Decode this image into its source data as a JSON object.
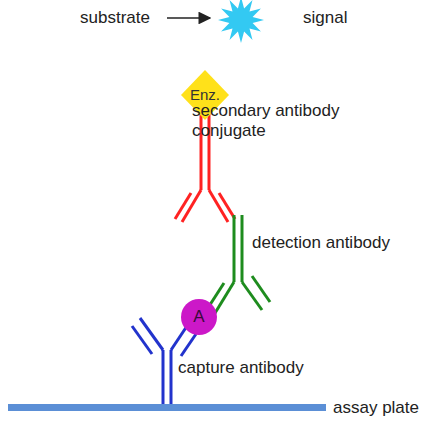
{
  "diagram": {
    "nodes": [
      {
        "text": [
          "signal"
        ]
      },
      {
        "text": [
          "Enz."
        ]
      },
      {
        "text": [
          "A"
        ]
      }
    ],
    "labels": [
      "substrate",
      "secondary antibody conjugate",
      "detection antibody",
      "capture antibody",
      "assay plate"
    ]
  }
}
